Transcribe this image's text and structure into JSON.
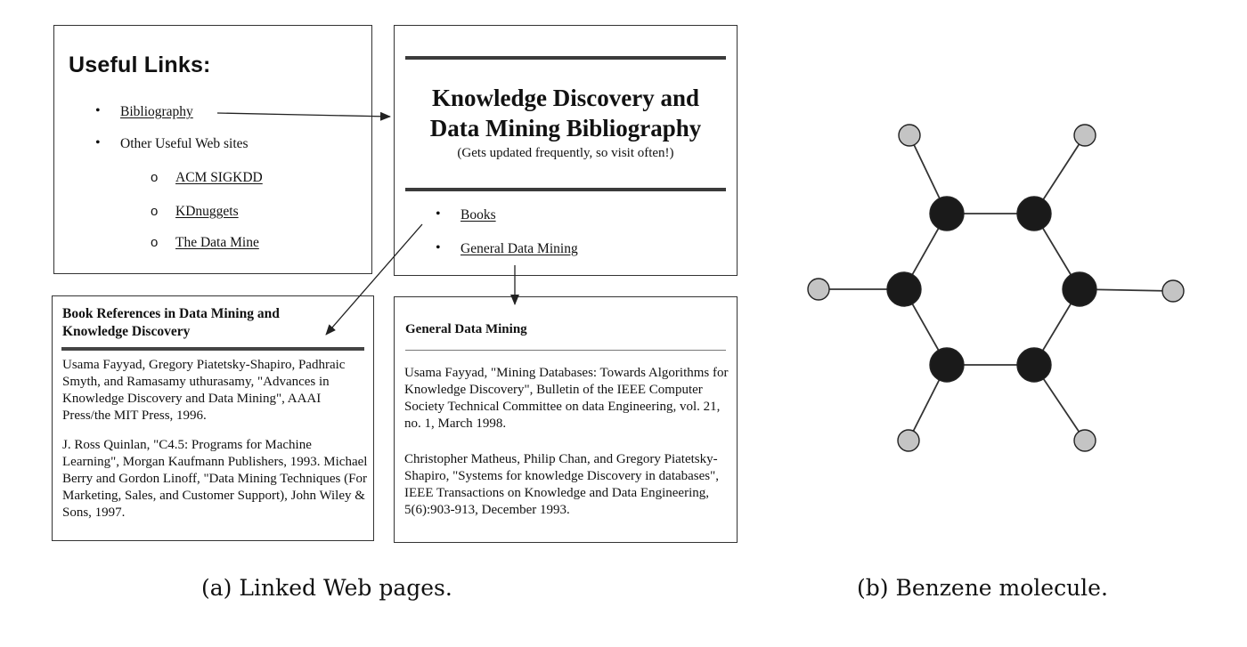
{
  "useful_links": {
    "title": "Useful Links:",
    "items": [
      {
        "label": "Bibliography",
        "link": true
      },
      {
        "label": "Other Useful Web sites",
        "link": false
      }
    ],
    "subitems": [
      "ACM SIGKDD",
      "KDnuggets",
      "The Data Mine"
    ]
  },
  "kdd_page": {
    "title_line1": "Knowledge Discovery and",
    "title_line2": "Data Mining Bibliography",
    "subtitle": "(Gets updated frequently, so visit often!)",
    "links": [
      "Books",
      "General Data Mining"
    ]
  },
  "books_page": {
    "title": "Book References in Data Mining and Knowledge Discovery",
    "refs": [
      "Usama Fayyad, Gregory Piatetsky-Shapiro, Padhraic Smyth, and Ramasamy uthurasamy, \"Advances in Knowledge Discovery and Data Mining\", AAAI Press/the MIT Press, 1996.",
      "J. Ross Quinlan, \"C4.5: Programs for Machine Learning\", Morgan Kaufmann Publishers, 1993. Michael Berry and Gordon Linoff, \"Data Mining Techniques (For Marketing, Sales, and Customer Support), John Wiley & Sons, 1997."
    ]
  },
  "gdm_page": {
    "title": "General Data Mining",
    "refs": [
      "Usama Fayyad, \"Mining Databases: Towards Algorithms for Knowledge Discovery\", Bulletin of the IEEE Computer Society Technical Committee on data Engineering, vol. 21, no. 1, March 1998.",
      "Christopher Matheus, Philip Chan, and Gregory Piatetsky-Shapiro, \"Systems for knowledge Discovery in databases\", IEEE Transactions on Knowledge and Data Engineering, 5(6):903-913, December 1993."
    ]
  },
  "captions": {
    "a": "(a) Linked Web pages.",
    "b": "(b) Benzene molecule."
  },
  "colors": {
    "carbon": "#1a1a1a",
    "hydrogen": "#c4c4c4",
    "bond": "#333333",
    "rule": "#3b3b3b"
  }
}
